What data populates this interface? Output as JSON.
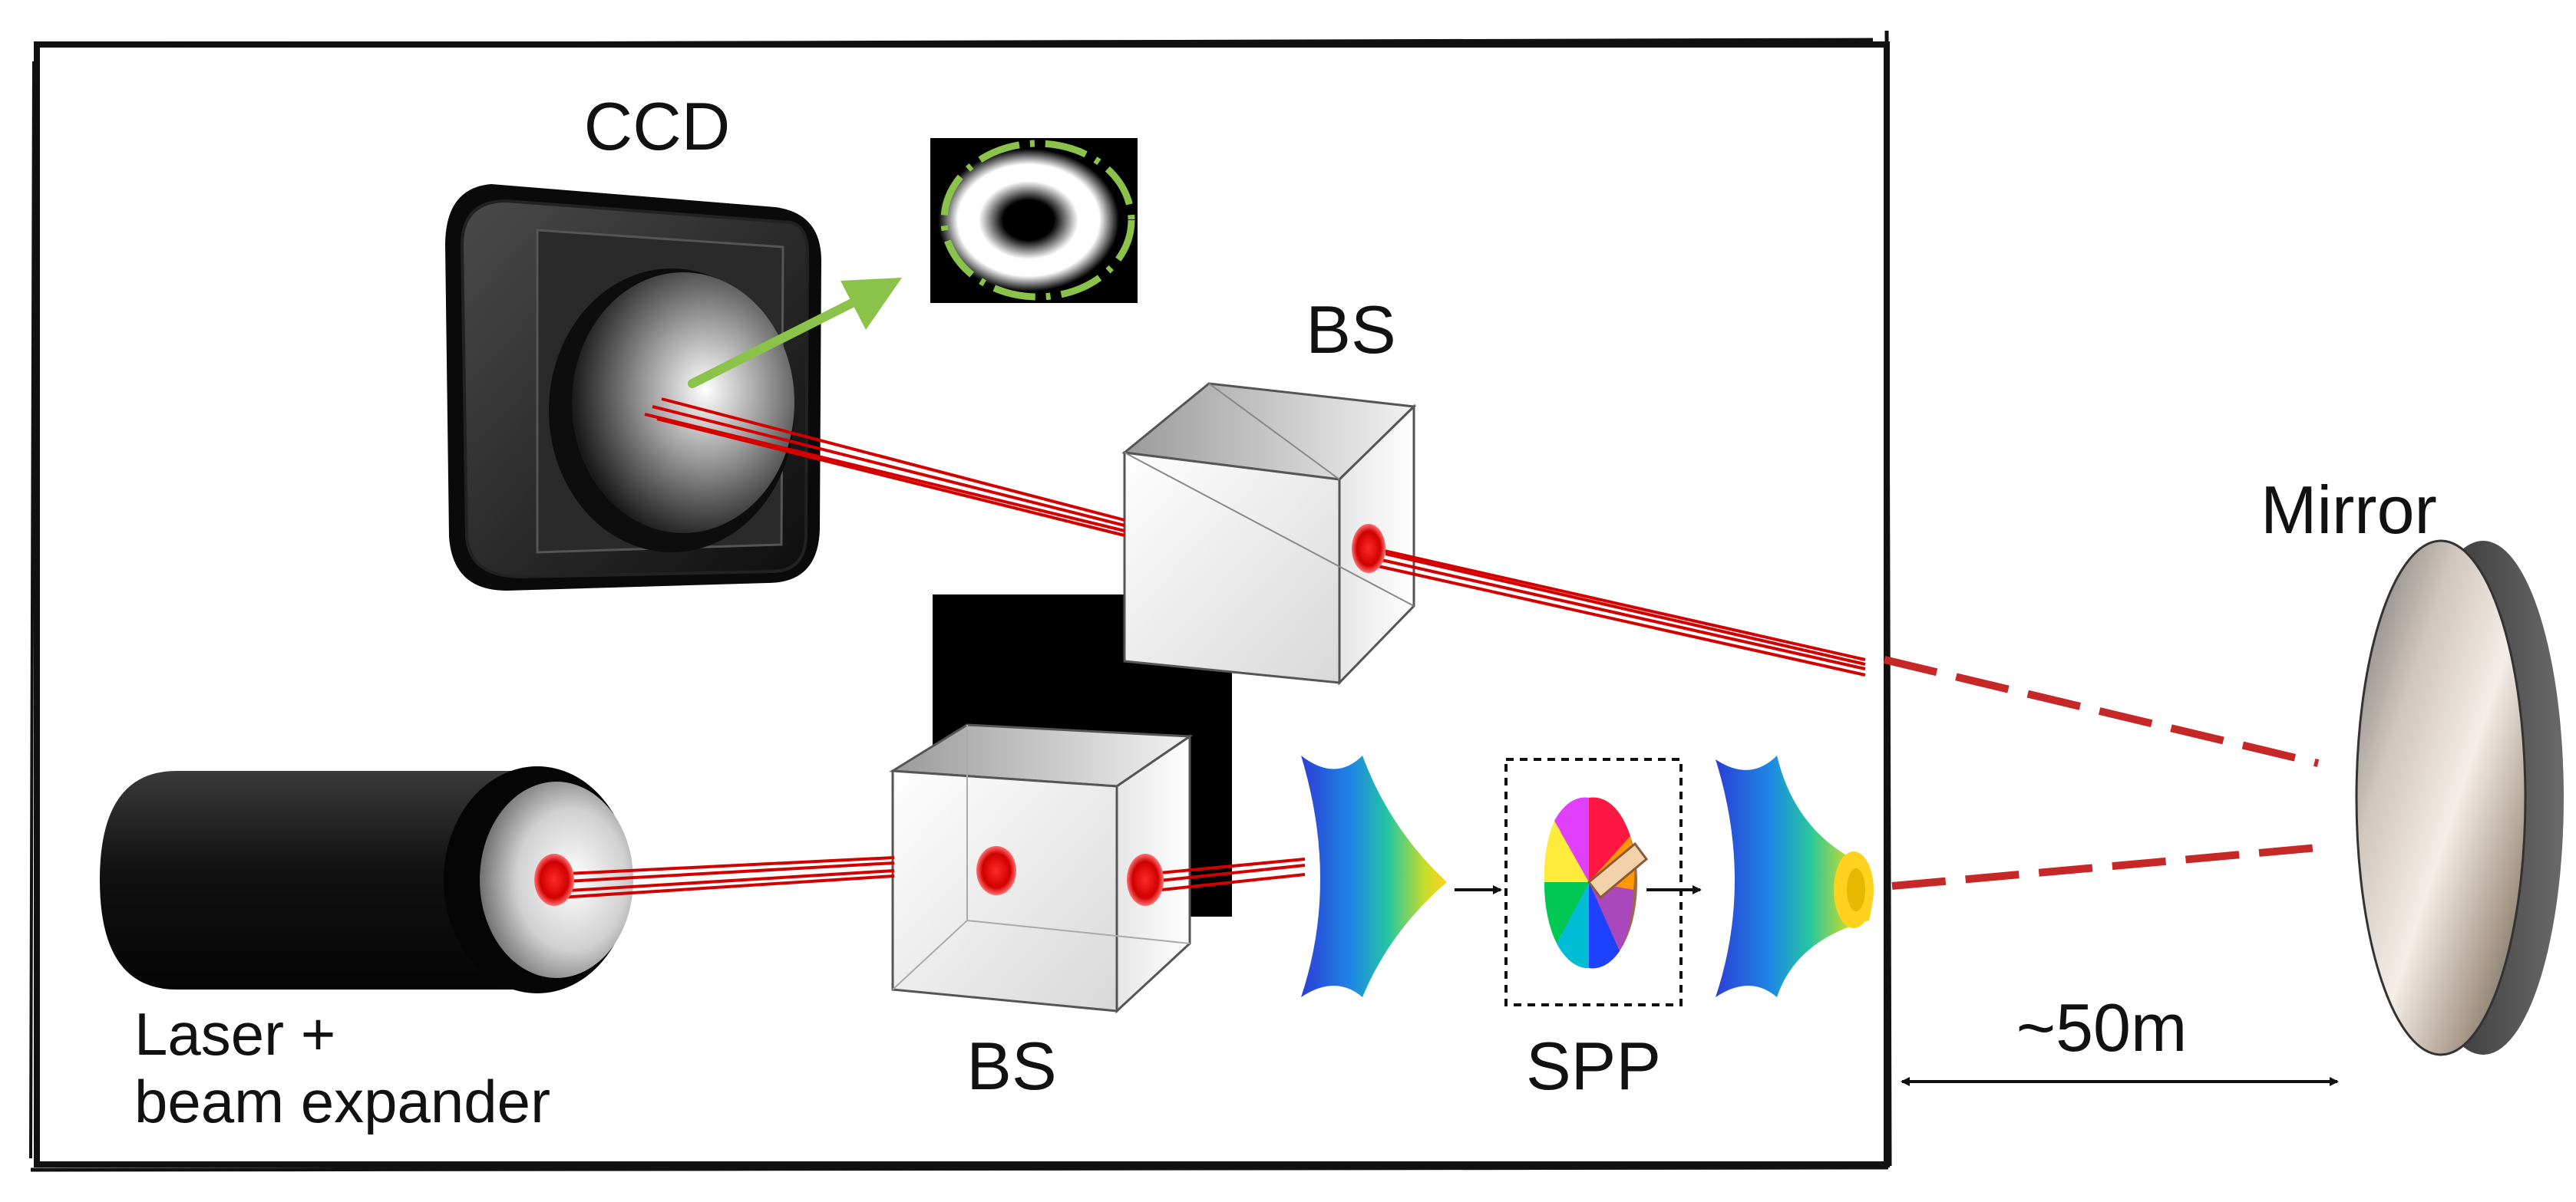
{
  "labels": {
    "ccd": "CCD",
    "bs_top": "BS",
    "bs_bottom": "BS",
    "mirror": "Mirror",
    "spp": "SPP",
    "laser_line1": "Laser +",
    "laser_line2": "beam expander",
    "distance": "~50m"
  },
  "colors": {
    "beam_red": "#d40000",
    "dashed_beam": "#c62828",
    "pointer_green": "#8bc34a",
    "frame": "#111111",
    "block": "#000000"
  },
  "icons": {
    "ccd": "ccd-camera-icon",
    "laser": "laser-cylinder-icon",
    "beam_splitter": "cube-icon",
    "mirror": "round-mirror-icon",
    "spp": "spiral-phase-plate-icon"
  }
}
